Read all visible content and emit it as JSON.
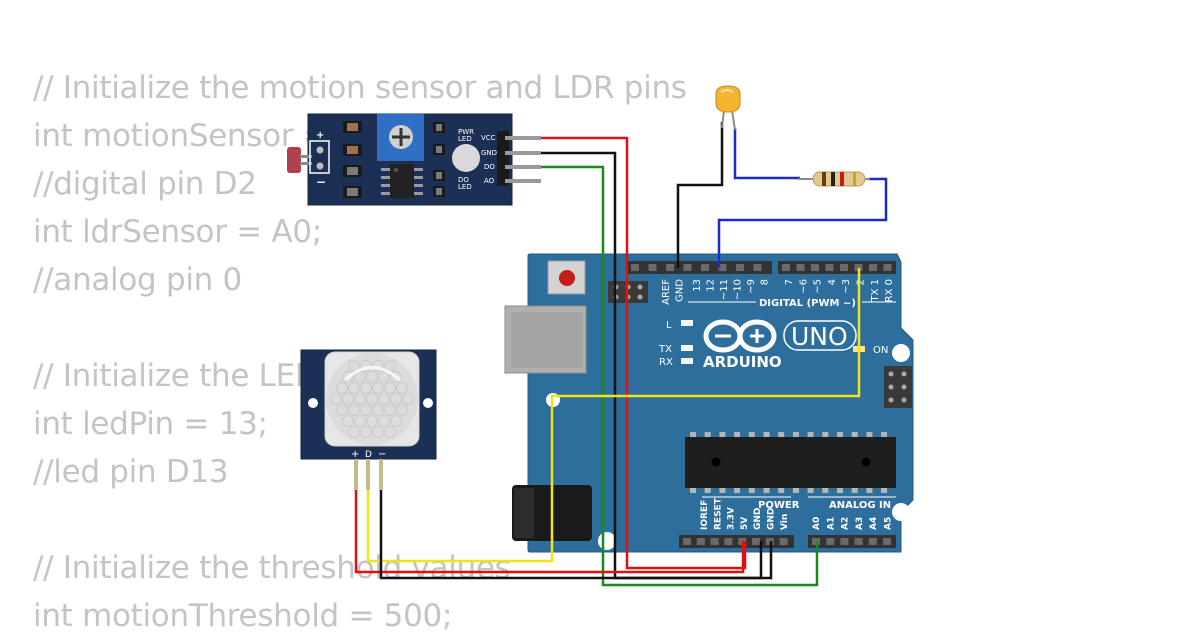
{
  "code_lines": [
    "// Initialize the motion sensor and LDR pins",
    "int motionSensor = 2;",
    "//digital pin D2",
    "int ldrSensor = A0;",
    "//analog pin 0",
    "",
    "// Initialize the LED pin",
    "int ledPin = 13;",
    "//led pin D13",
    "",
    "// Initialize the threshold values",
    "int motionThreshold = 500;"
  ],
  "ldr_module": {
    "pins": [
      "VCC",
      "GND",
      "DO",
      "AO"
    ],
    "led_labels": [
      "PWR",
      "LED",
      "DO",
      "LED"
    ]
  },
  "pir_sensor": {
    "pins": [
      "+",
      "D",
      "−"
    ]
  },
  "arduino": {
    "brand": "ARDUINO",
    "model": "UNO",
    "on_label": "ON",
    "led_l": "L",
    "led_tx": "TX",
    "led_rx": "RX",
    "digital_header": "DIGITAL (PWM ~)",
    "digital_left_pins": [
      "AREF",
      "GND",
      "13",
      "12",
      "~11",
      "~10",
      "~9",
      "8"
    ],
    "digital_right_pins": [
      "7",
      "~6",
      "~5",
      "4",
      "~3",
      "2",
      "TX 1",
      "RX 0"
    ],
    "power_label": "POWER",
    "analog_label": "ANALOG IN",
    "power_pins": [
      "IOREF",
      "RESET",
      "3.3V",
      "5V",
      "GND",
      "GND",
      "Vin"
    ],
    "analog_pins": [
      "A0",
      "A1",
      "A2",
      "A3",
      "A4",
      "A5"
    ]
  },
  "colors": {
    "wire_red": "#e01010",
    "wire_black": "#111111",
    "wire_green": "#1a8a1a",
    "wire_yellow": "#f2e21a",
    "wire_blue": "#1a2ad0",
    "board": "#2d6d9b",
    "module": "#1c2f55"
  }
}
